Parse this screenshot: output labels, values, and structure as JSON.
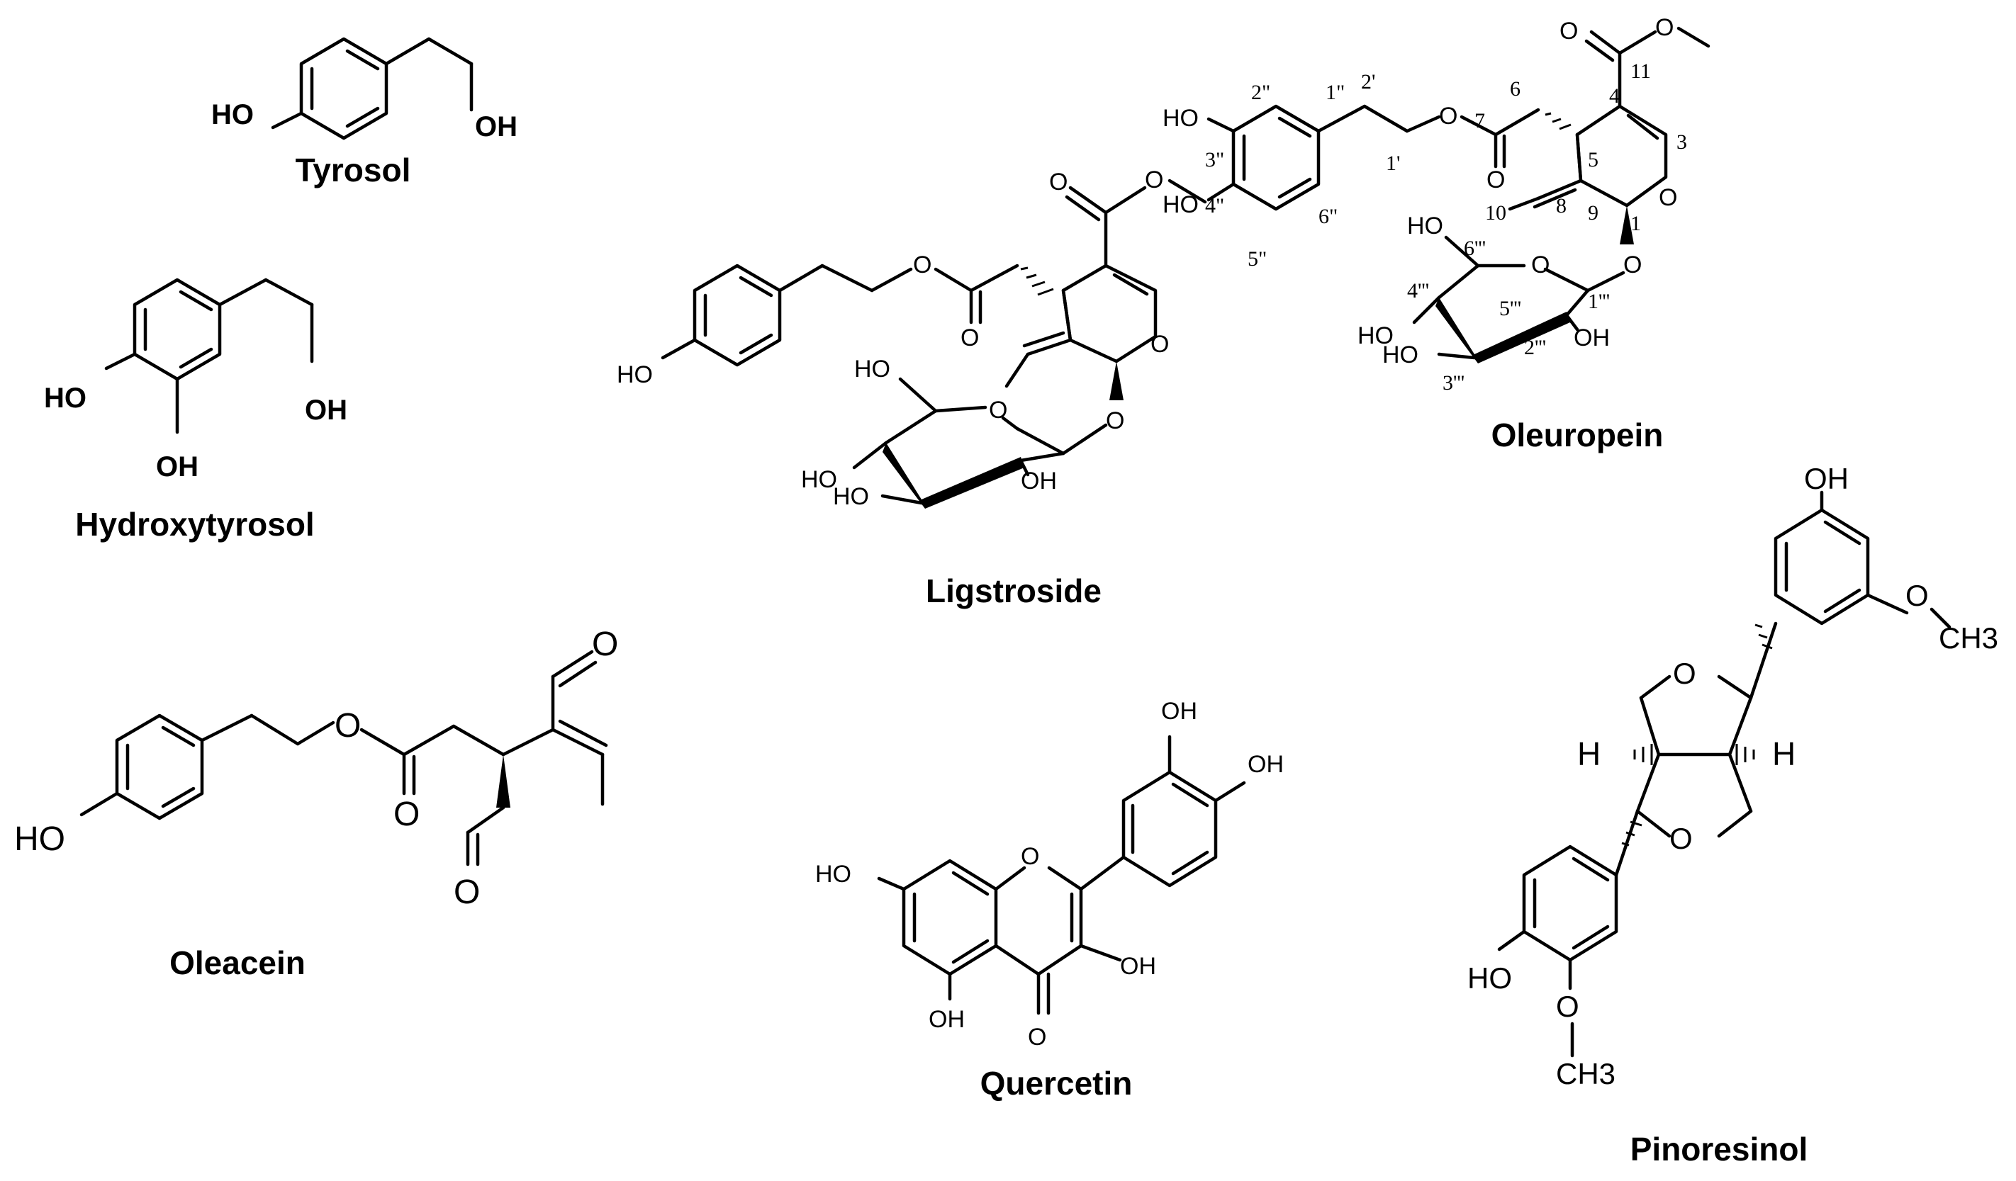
{
  "compounds": {
    "tyrosol": {
      "name": "Tyrosol",
      "labels": [
        "HO",
        "OH"
      ]
    },
    "hydroxytyrosol": {
      "name": "Hydroxytyrosol",
      "labels": [
        "HO",
        "OH",
        "OH"
      ]
    },
    "ligstroside": {
      "name": "Ligstroside",
      "labels": [
        "O",
        "O",
        "O",
        "O",
        "O",
        "O",
        "HO",
        "HO",
        "HO",
        "HO",
        "OH"
      ]
    },
    "oleuropein": {
      "name": "Oleuropein",
      "labels": [
        "HO",
        "HO",
        "O",
        "O",
        "O",
        "O",
        "O",
        "O",
        "O",
        "HO",
        "HO",
        "HO",
        "OH"
      ],
      "numbering": [
        "2\"",
        "2'",
        "1\"",
        "3\"",
        "4\"",
        "5\"",
        "6\"",
        "1'",
        "7",
        "6",
        "5",
        "4",
        "3",
        "11",
        "1",
        "8",
        "9",
        "10",
        "6'''",
        "5'''",
        "4'''",
        "3'''",
        "2'''",
        "1'''"
      ]
    },
    "oleacein": {
      "name": "Oleacein",
      "labels": [
        "HO",
        "O",
        "O",
        "O",
        "O"
      ]
    },
    "quercetin": {
      "name": "Quercetin",
      "labels": [
        "OH",
        "OH",
        "HO",
        "O",
        "OH",
        "OH",
        "O"
      ]
    },
    "pinoresinol": {
      "name": "Pinoresinol",
      "labels": [
        "OH",
        "O",
        "CH3",
        "O",
        "O",
        "H",
        "H",
        "HO",
        "O",
        "CH3"
      ]
    }
  }
}
